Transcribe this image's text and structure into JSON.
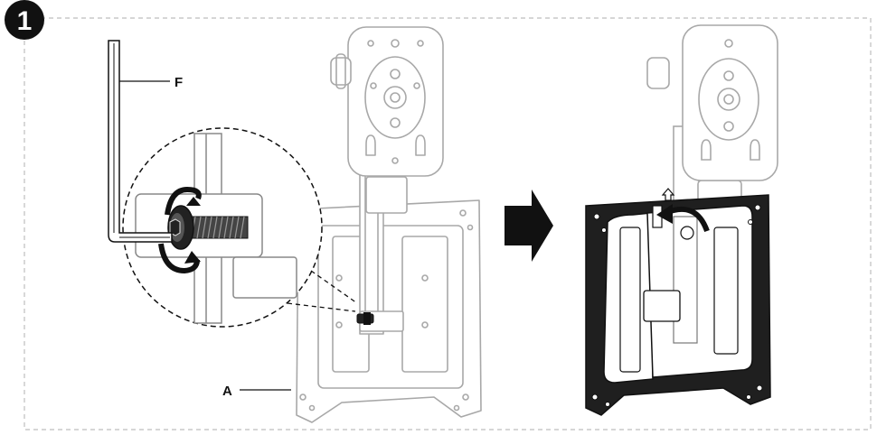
{
  "step": {
    "number": "1"
  },
  "callouts": {
    "tool_label": "F",
    "plate_label": "A"
  },
  "icons": {
    "step_badge": "step-number-badge",
    "next_arrow": "right-arrow-icon",
    "rotate": "rotation-arrow-icon",
    "lift": "lift-up-arrow-icon"
  },
  "colors": {
    "ink": "#111111",
    "light_line": "#9a9a9a",
    "plate_dark": "#222222",
    "frame": "#bbbbbb"
  }
}
